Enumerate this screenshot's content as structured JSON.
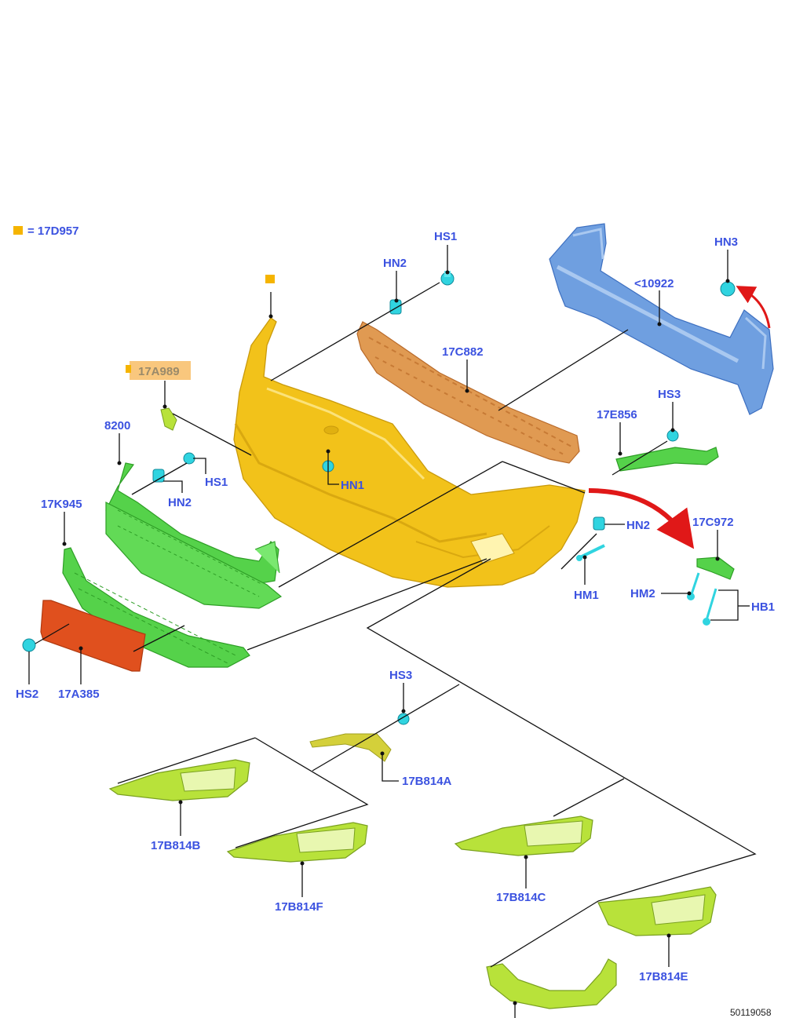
{
  "legend": {
    "text": "= 17D957",
    "marker_color": "#f5b400"
  },
  "colors": {
    "label": "#3b52e0",
    "bumper": "#f2c21a",
    "absorber": "#e09a52",
    "reinforcement": "#6f9fe0",
    "grille": "#55d24a",
    "lime": "#b8e23a",
    "plate": "#e0501e",
    "clip": "#30d4e0",
    "arrow": "#e01818"
  },
  "labels": {
    "hs1_top": "HS1",
    "hn2_top": "HN2",
    "hn3": "HN3",
    "r10922": "<10922",
    "c882": "17C882",
    "a989": "17A989",
    "e856": "17E856",
    "hs3_right": "HS3",
    "p8200": "8200",
    "hs1_left": "HS1",
    "hn2_left": "HN2",
    "hn1": "HN1",
    "k945": "17K945",
    "hn2_right": "HN2",
    "c972": "17C972",
    "hm1": "HM1",
    "hm2": "HM2",
    "hb1": "HB1",
    "hs2": "HS2",
    "a385": "17A385",
    "hs3_bottom": "HS3",
    "b814a": "17B814A",
    "b814b": "17B814B",
    "b814f": "17B814F",
    "b814c": "17B814C",
    "b814e": "17B814E"
  },
  "reference": "50119058"
}
